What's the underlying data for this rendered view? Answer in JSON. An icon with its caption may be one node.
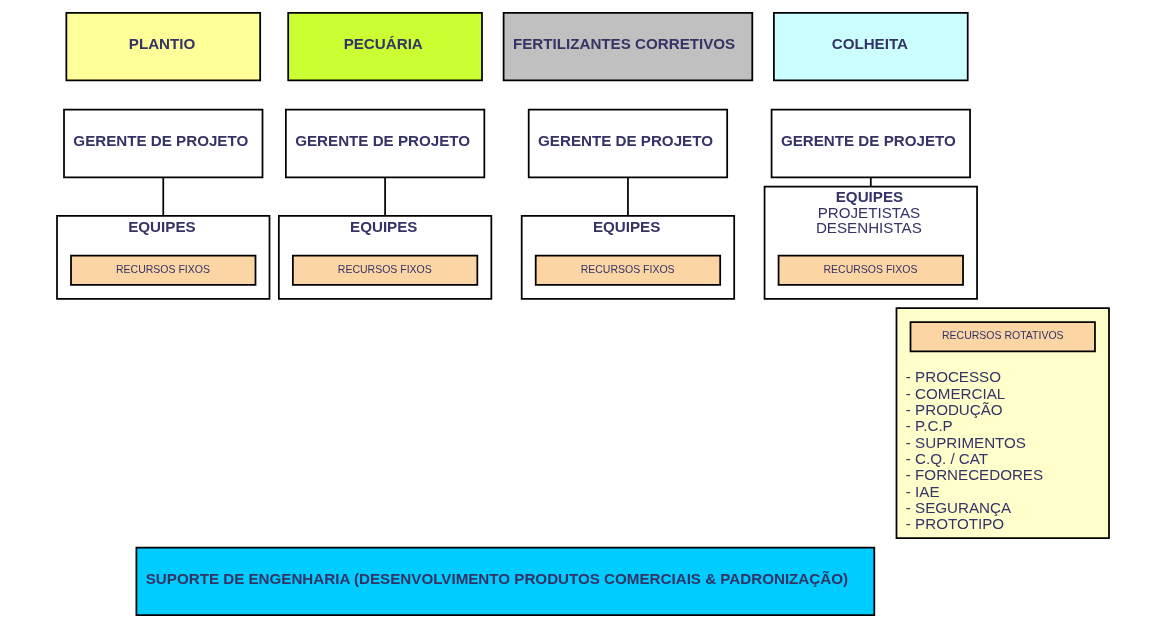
{
  "diagram": {
    "nodes": [
      {
        "text": [
          "PLANTIO"
        ]
      },
      {
        "text": [
          "PECUÁRIA"
        ]
      },
      {
        "text": [
          "FERTILIZANTES CORRETIVOS"
        ]
      },
      {
        "text": [
          "COLHEITA"
        ]
      },
      {
        "text": [
          "GERENTE DE PROJETO"
        ]
      },
      {
        "text": [
          "GERENTE DE PROJETO"
        ]
      },
      {
        "text": [
          "GERENTE DE PROJETO"
        ]
      },
      {
        "text": [
          "GERENTE DE PROJETO"
        ]
      },
      {
        "text": [
          "EQUIPES"
        ]
      },
      {
        "text": [
          "RECURSOS FIXOS"
        ],
        "in": 8
      },
      {
        "text": [
          "EQUIPES"
        ]
      },
      {
        "text": [
          "RECURSOS FIXOS"
        ],
        "in": 10
      },
      {
        "text": [
          "EQUIPES"
        ]
      },
      {
        "text": [
          "RECURSOS FIXOS"
        ],
        "in": 12
      },
      {
        "text": [
          "EQUIPES",
          "PROJETISTAS",
          "DESENHISTAS"
        ]
      },
      {
        "text": [
          "RECURSOS FIXOS"
        ],
        "in": 14
      },
      {
        "text": [
          "- PROCESSO",
          "- COMERCIAL",
          "- PRODUÇÃO",
          "- P.C.P",
          "- SUPRIMENTOS",
          "- C.Q. / CAT",
          "- FORNECEDORES",
          "- IAE",
          "- SEGURANÇA",
          "- PROTOTIPO"
        ]
      },
      {
        "text": [
          "RECURSOS ROTATIVOS"
        ],
        "in": 16
      },
      {
        "text": [
          "SUPORTE DE ENGENHARIA (DESENVOLVIMENTO PRODUTOS COMERCIAIS & PADRONIZAÇÃO)"
        ]
      }
    ],
    "edges": [
      {
        "from": 4,
        "to": 8,
        "arrow": "none"
      },
      {
        "from": 5,
        "to": 10,
        "arrow": "none"
      },
      {
        "from": 6,
        "to": 12,
        "arrow": "none"
      },
      {
        "from": 7,
        "to": 14,
        "arrow": "none"
      }
    ]
  }
}
